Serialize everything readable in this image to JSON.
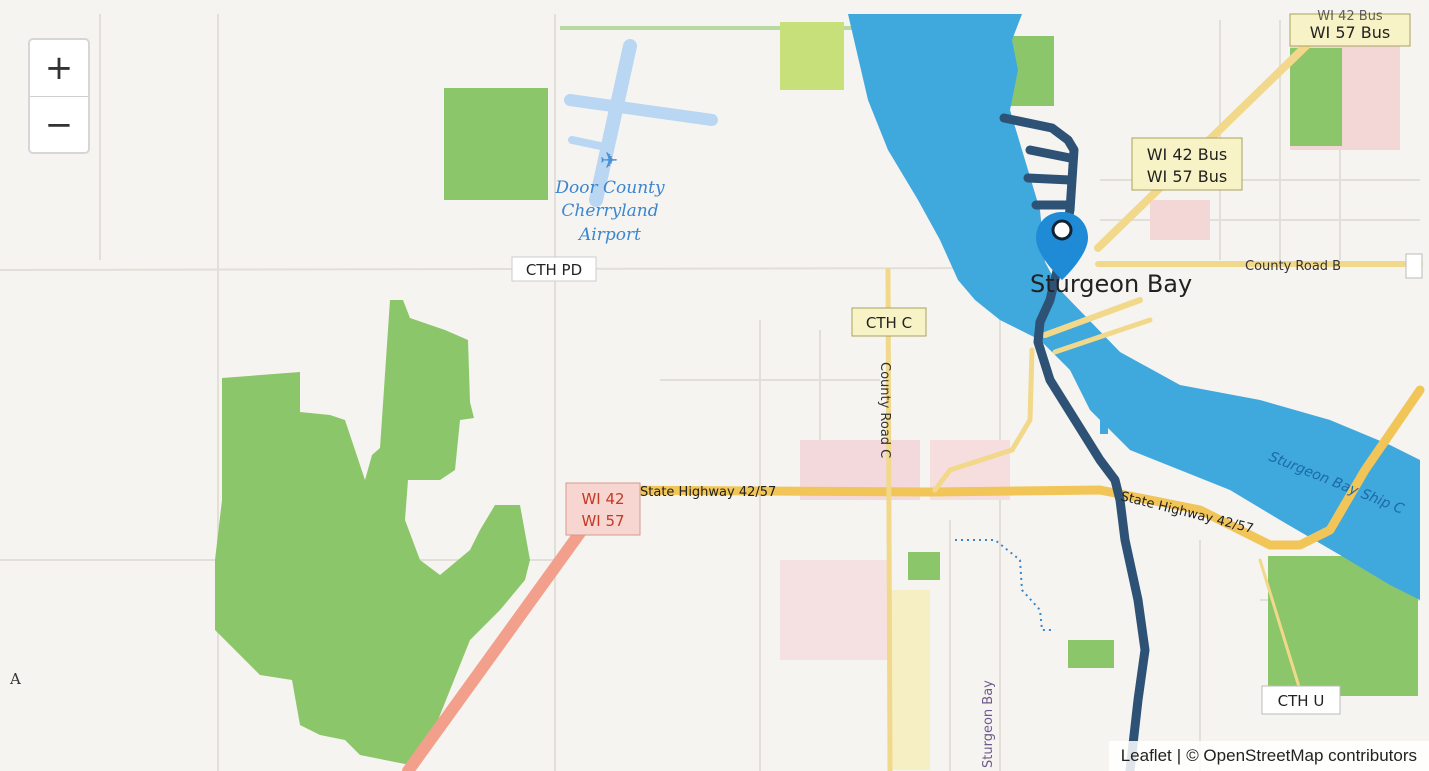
{
  "controls": {
    "zoom_in": "+",
    "zoom_out": "−"
  },
  "attribution": {
    "leaflet": "Leaflet",
    "separator": "|",
    "osm": "© OpenStreetMap contributors"
  },
  "labels": {
    "airport_line1": "Door County",
    "airport_line2": "Cherryland",
    "airport_line3": "Airport",
    "city": "Sturgeon Bay",
    "cth_pd": "CTH PD",
    "cth_c": "CTH C",
    "cth_u": "CTH U",
    "county_road_c": "County Road C",
    "county_road_b": "County Road B",
    "state_hwy_west": "State Highway 42/57",
    "state_hwy_east": "State Highway 42/57",
    "ship_canal": "Sturgeon Bay Ship C",
    "street_sturgeon_bay": "Sturgeon Bay",
    "edge_mark": "A"
  },
  "shields": {
    "bus_top_line1": "WI 42 Bus",
    "bus_top_line2": "WI 57 Bus",
    "bus_mid_line1": "WI 42 Bus",
    "bus_mid_line2": "WI 57 Bus",
    "wi_line1": "WI 42",
    "wi_line2": "WI 57"
  },
  "colors": {
    "water": "#3fa8dd",
    "park": "#8cc66a",
    "highway": "#f2c558",
    "trunk": "#f2a08c",
    "route": "#2d5275",
    "marker": "#1f8bd6",
    "land": "#f6f4f1"
  }
}
